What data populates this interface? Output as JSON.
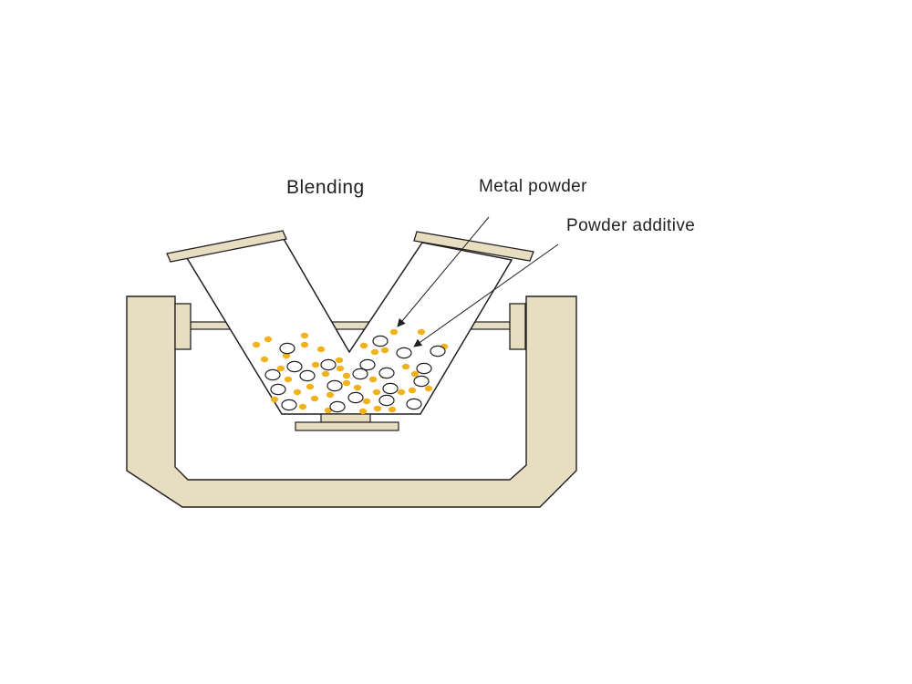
{
  "diagram": {
    "labels": {
      "blending": "Blending",
      "metal_powder": "Metal powder",
      "powder_additive": "Powder additive"
    },
    "colors": {
      "background": "#ffffff",
      "frame_fill": "#e7ddc0",
      "outline": "#231f20",
      "metal_particle_fill": "#ffffff",
      "additive_particle_fill": "#f2b21c"
    },
    "icons": {
      "mixer": "v-blender-icon",
      "metal_particle": "open-circle-particle",
      "additive_particle": "filled-dot-particle"
    }
  }
}
